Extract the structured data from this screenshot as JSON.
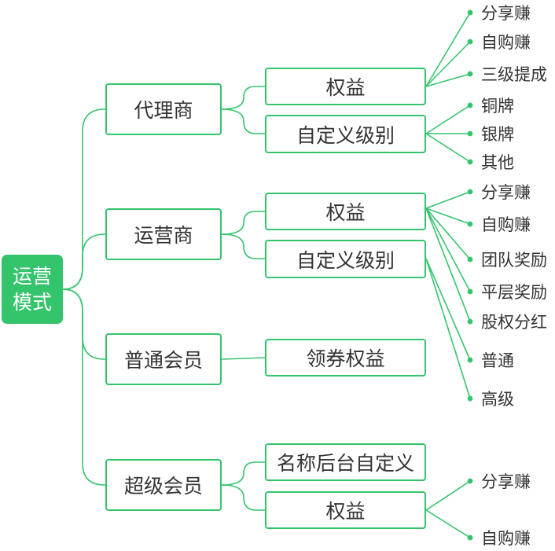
{
  "colors": {
    "accent": "#34c46c",
    "text": "#333333",
    "root_text": "#ffffff"
  },
  "root": {
    "line1": "运营",
    "line2": "模式"
  },
  "nodes": {
    "dl": "代理商",
    "dl_qy": "权益",
    "dl_zdy": "自定义级别",
    "yy": "运营商",
    "yy_qy": "权益",
    "yy_zdy": "自定义级别",
    "pt": "普通会员",
    "pt_lq": "领券权益",
    "cj": "超级会员",
    "cj_mc": "名称后台自定义",
    "cj_qy": "权益"
  },
  "leaves": {
    "dl_qy": [
      "分享赚",
      "自购赚",
      "三级提成"
    ],
    "dl_zdy": [
      "铜牌",
      "银牌",
      "其他"
    ],
    "yy_qy": [
      "分享赚",
      "自购赚",
      "团队奖励",
      "平层奖励",
      "股权分红"
    ],
    "yy_zdy": [
      "普通",
      "高级"
    ],
    "cj_qy": [
      "分享赚",
      "自购赚"
    ]
  }
}
